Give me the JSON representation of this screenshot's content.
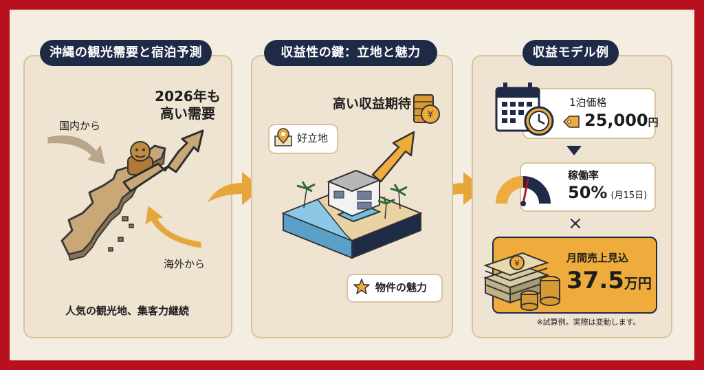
{
  "panel1": {
    "title": "沖縄の観光需要と宿泊予測",
    "headline": "2026年も高い需要",
    "domestic": "国内から",
    "overseas": "海外から",
    "footer": "人気の観光地、集客力継続"
  },
  "panel2": {
    "title": "収益性の鍵：立地と魅力",
    "expectation": "高い収益期待",
    "location": "好立地",
    "appeal": "物件の魅力"
  },
  "panel3": {
    "title": "収益モデル例",
    "price_label": "1泊価格",
    "price_value": "25,000",
    "price_unit": "円",
    "occupancy_label": "稼働率",
    "occupancy_value": "50%",
    "occupancy_note": "(月15日)",
    "times_symbol": "×",
    "sales_label": "月間売上見込",
    "sales_value": "37.5",
    "sales_unit": "万円",
    "disclaimer": "※試算例。実際は変動します。"
  },
  "colors": {
    "frame": "#b8101e",
    "navy": "#1f2a47",
    "gold": "#efac3c",
    "beige": "#efe4d2"
  }
}
